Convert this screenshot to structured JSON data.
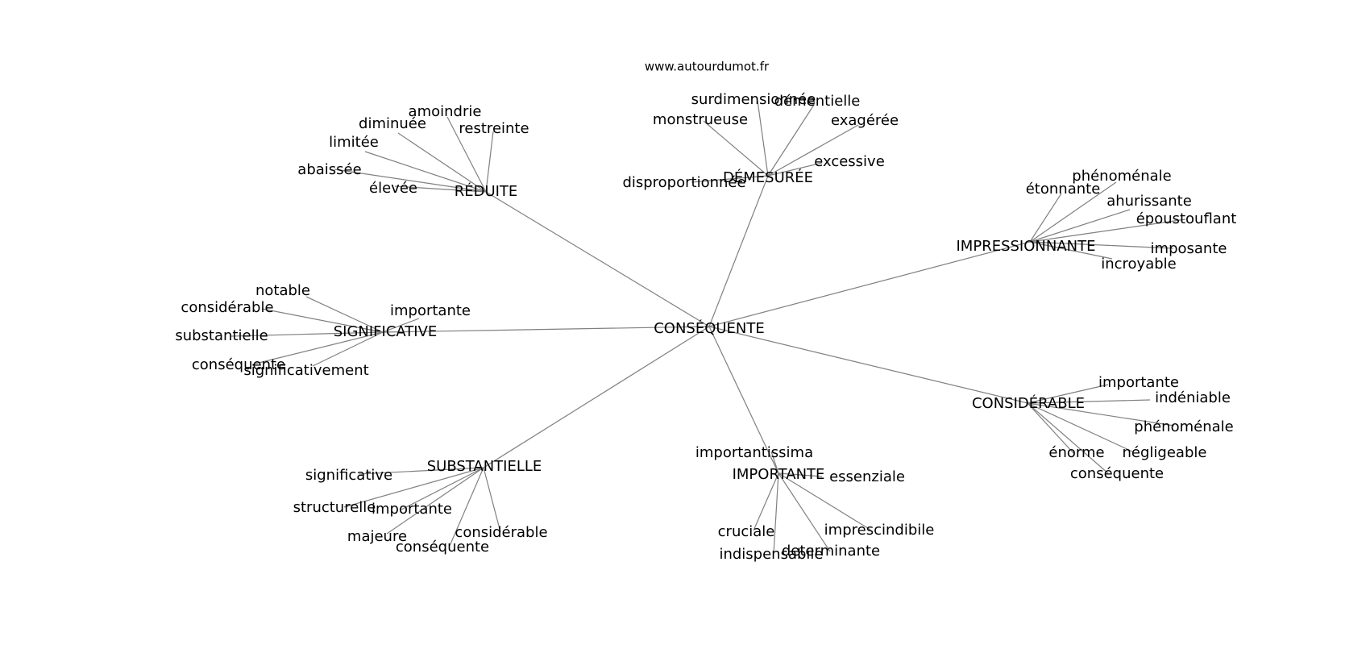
{
  "source": "www.autourdumot.fr",
  "center": "CONSÉQUENTE",
  "groups": [
    {
      "label": "RÉDUITE",
      "words": [
        "amoindrie",
        "diminuée",
        "restreinte",
        "limitée",
        "abaissée",
        "élevée"
      ]
    },
    {
      "label": "DÉMESURÉE",
      "words": [
        "surdimensionnée",
        "démentielle",
        "monstrueuse",
        "exagérée",
        "excessive",
        "disproportionnée"
      ]
    },
    {
      "label": "IMPRESSIONNANTE",
      "words": [
        "phénoménale",
        "étonnante",
        "ahurissante",
        "époustouflant",
        "imposante",
        "incroyable"
      ]
    },
    {
      "label": "SIGNIFICATIVE",
      "words": [
        "notable",
        "considérable",
        "importante",
        "substantielle",
        "conséquente",
        "significativement"
      ]
    },
    {
      "label": "CONSIDÉRABLE",
      "words": [
        "importante",
        "indéniable",
        "phénoménale",
        "énorme",
        "négligeable",
        "conséquente"
      ]
    },
    {
      "label": "SUBSTANTIELLE",
      "words": [
        "significative",
        "structurelle",
        "importante",
        "majeure",
        "considérable",
        "conséquente"
      ]
    },
    {
      "label": "IMPORTANTE",
      "words": [
        "importantissima",
        "essenziale",
        "cruciale",
        "imprescindibile",
        "indispensabile",
        "determinante"
      ]
    }
  ]
}
